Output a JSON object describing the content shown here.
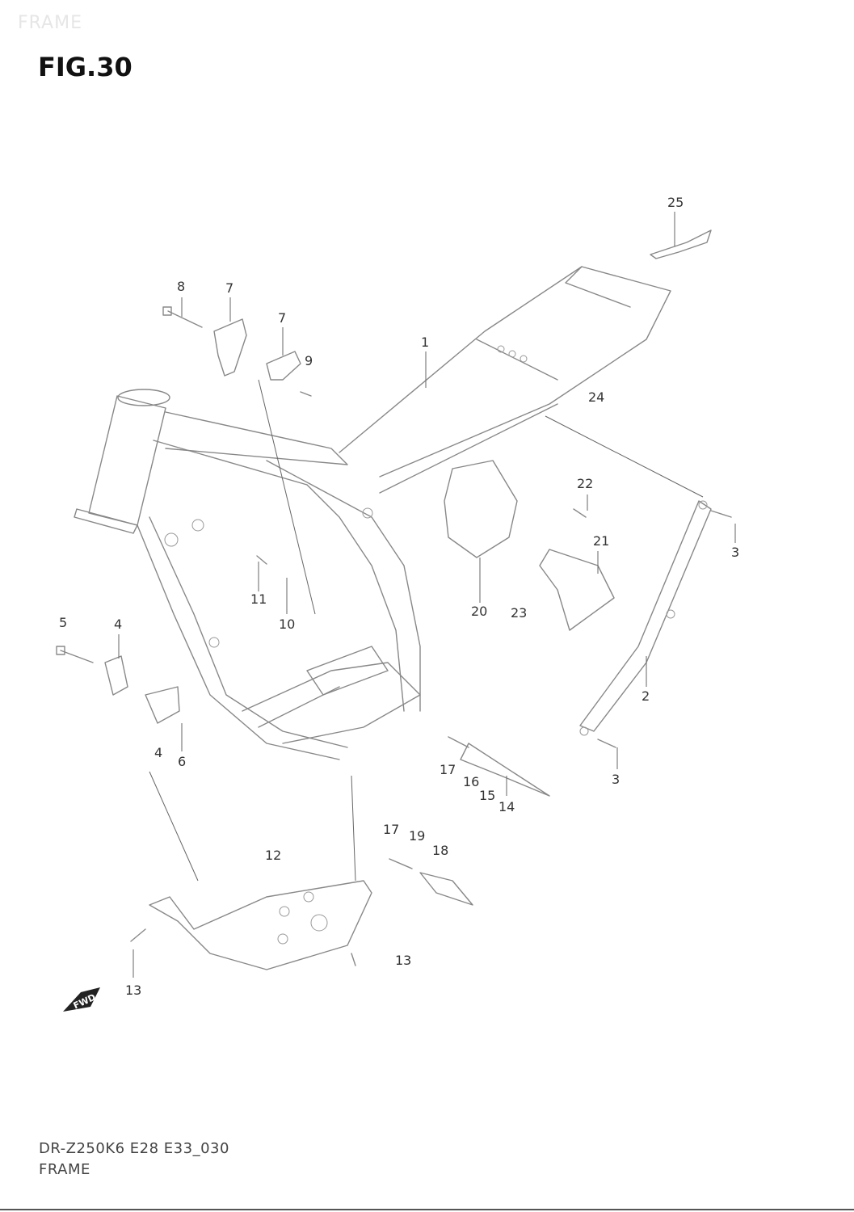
{
  "watermark": "FRAME",
  "figure_title": "FIG.30",
  "footer": {
    "code": "DR-Z250K6 E28 E33_030",
    "name": "FRAME"
  },
  "fwd_badge": "FWD",
  "callouts": [
    {
      "id": "c1",
      "text": "1"
    },
    {
      "id": "c2",
      "text": "2"
    },
    {
      "id": "c3a",
      "text": "3"
    },
    {
      "id": "c3b",
      "text": "3"
    },
    {
      "id": "c4a",
      "text": "4"
    },
    {
      "id": "c4b",
      "text": "4"
    },
    {
      "id": "c5",
      "text": "5"
    },
    {
      "id": "c6",
      "text": "6"
    },
    {
      "id": "c7a",
      "text": "7"
    },
    {
      "id": "c7b",
      "text": "7"
    },
    {
      "id": "c8",
      "text": "8"
    },
    {
      "id": "c9",
      "text": "9"
    },
    {
      "id": "c10",
      "text": "10"
    },
    {
      "id": "c11",
      "text": "11"
    },
    {
      "id": "c12",
      "text": "12"
    },
    {
      "id": "c13a",
      "text": "13"
    },
    {
      "id": "c13b",
      "text": "13"
    },
    {
      "id": "c14",
      "text": "14"
    },
    {
      "id": "c15",
      "text": "15"
    },
    {
      "id": "c16",
      "text": "16"
    },
    {
      "id": "c17a",
      "text": "17"
    },
    {
      "id": "c17b",
      "text": "17"
    },
    {
      "id": "c18",
      "text": "18"
    },
    {
      "id": "c19",
      "text": "19"
    },
    {
      "id": "c20",
      "text": "20"
    },
    {
      "id": "c21",
      "text": "21"
    },
    {
      "id": "c22",
      "text": "22"
    },
    {
      "id": "c23",
      "text": "23"
    },
    {
      "id": "c24",
      "text": "24"
    },
    {
      "id": "c25",
      "text": "25"
    }
  ]
}
